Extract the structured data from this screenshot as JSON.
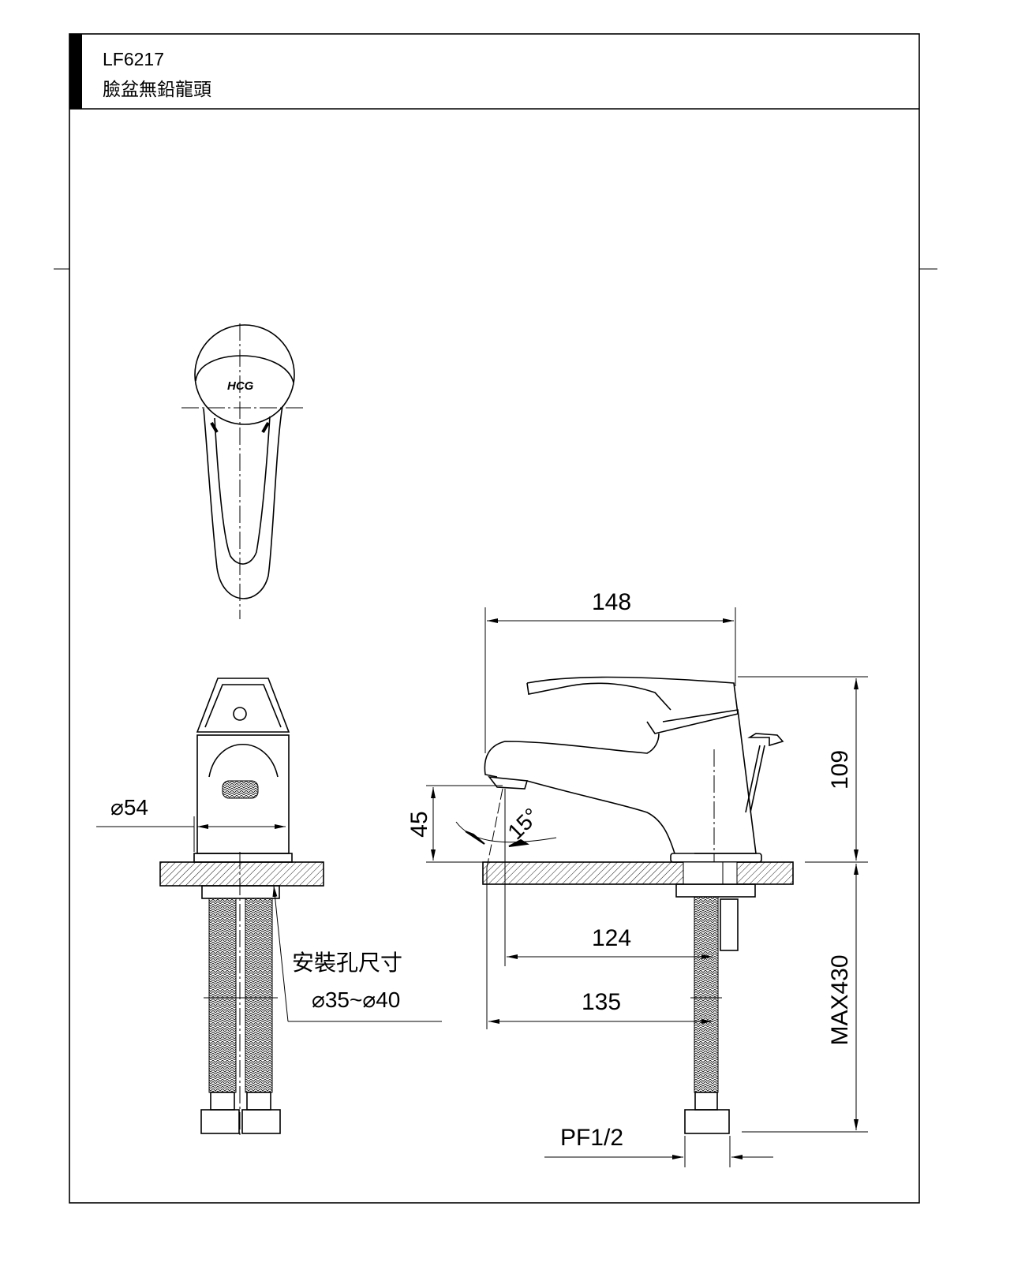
{
  "header": {
    "model": "LF6217",
    "title": "臉盆無鉛龍頭"
  },
  "logo_text": "HCG",
  "dimensions": {
    "diameter_base": "⌀54",
    "install_hole_label": "安裝孔尺寸",
    "install_hole_size": "⌀35~⌀40",
    "spout_reach_total": "148",
    "height": "109",
    "spout_height": "45",
    "angle": "15°",
    "reach_124": "124",
    "reach_135": "135",
    "hose_length": "MAX430",
    "thread": "PF1/2"
  }
}
